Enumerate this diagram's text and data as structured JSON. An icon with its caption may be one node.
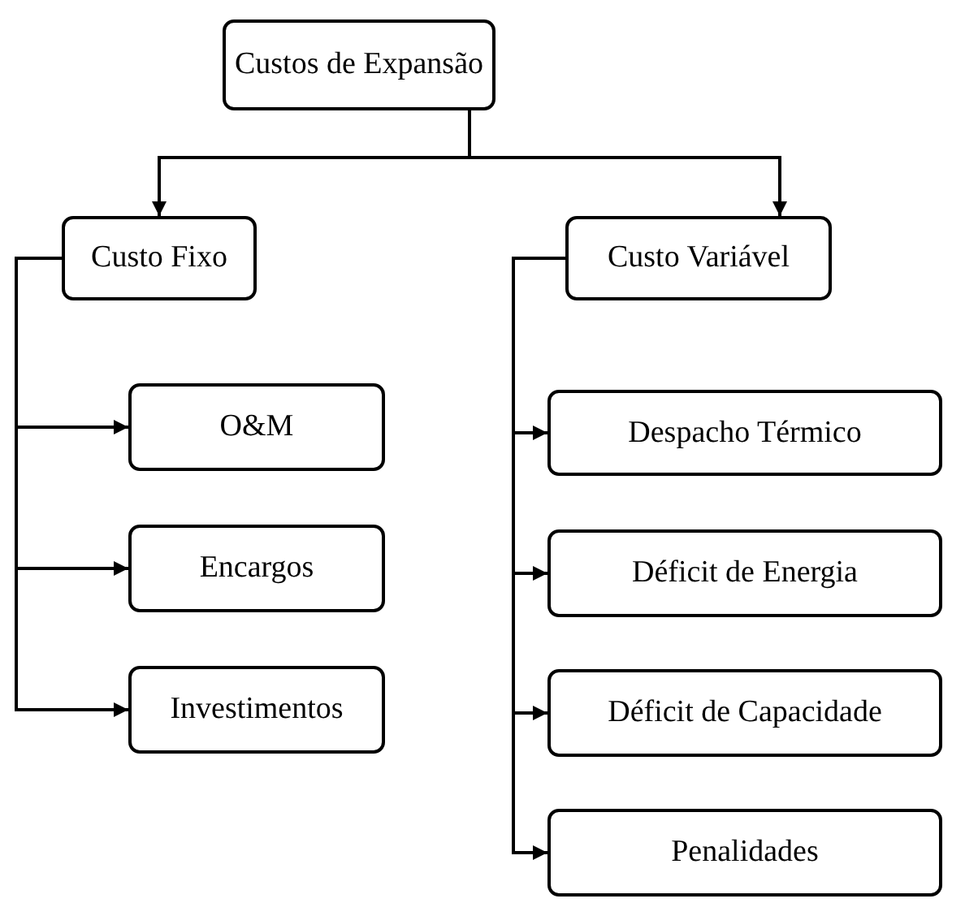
{
  "diagram": {
    "nodes": [
      {
        "text": [
          "Custos de Expansão"
        ]
      },
      {
        "text": [
          "Custo Fixo"
        ]
      },
      {
        "text": [
          "Custo Variável"
        ]
      },
      {
        "text": [
          "O&M"
        ]
      },
      {
        "text": [
          "Encargos"
        ]
      },
      {
        "text": [
          "Investimentos"
        ]
      },
      {
        "text": [
          "Despacho Térmico"
        ]
      },
      {
        "text": [
          "Déficit de Energia"
        ]
      },
      {
        "text": [
          "Déficit de Capacidade"
        ]
      },
      {
        "text": [
          "Penalidades"
        ]
      }
    ],
    "edges": [
      {
        "from": 0,
        "to": 1,
        "arrow": "to"
      },
      {
        "from": 0,
        "to": 2,
        "arrow": "to"
      },
      {
        "from": 1,
        "to": 3,
        "arrow": "to"
      },
      {
        "from": 1,
        "to": 4,
        "arrow": "to"
      },
      {
        "from": 1,
        "to": 5,
        "arrow": "to"
      },
      {
        "from": 2,
        "to": 6,
        "arrow": "to"
      },
      {
        "from": 2,
        "to": 7,
        "arrow": "to"
      },
      {
        "from": 2,
        "to": 8,
        "arrow": "to"
      },
      {
        "from": 2,
        "to": 9,
        "arrow": "to"
      }
    ]
  }
}
